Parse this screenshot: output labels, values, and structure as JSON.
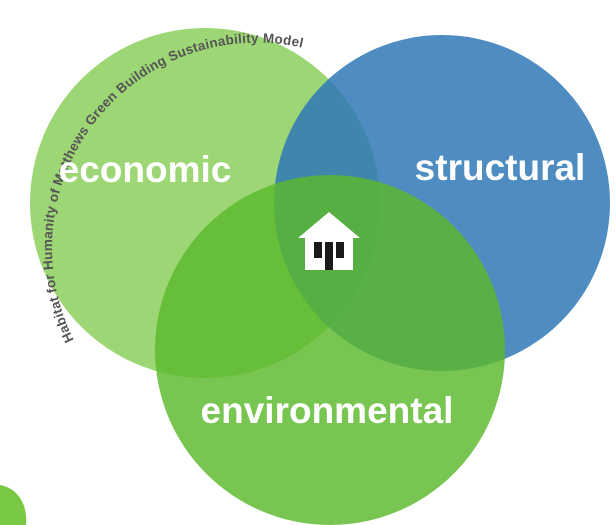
{
  "title_arc": "Habitat for Humanity of Matthews Green Building Sustainability Model",
  "circles": {
    "economic": {
      "label": "economic",
      "color": "#8ccf5c"
    },
    "structural": {
      "label": "structural",
      "color": "#3f85be"
    },
    "environmental": {
      "label": "environmental",
      "color": "#6cbf3a"
    }
  },
  "center_icon": "house-icon"
}
